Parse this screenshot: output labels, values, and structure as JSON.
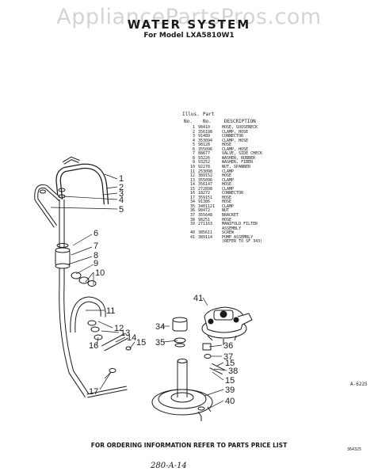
{
  "watermark": "AppliancePartsPros.com",
  "header": {
    "title": "WATER SYSTEM",
    "subtitle": "For Model LXA5810W1"
  },
  "parts_table": {
    "header_line1": {
      "illus": "Illus.",
      "part": "Part"
    },
    "header_line2": {
      "no": "No.",
      "part_no": "No.",
      "description": "DESCRIPTION"
    },
    "rows": [
      {
        "illus": "1",
        "part": "98410",
        "description": "HOSE, GOOSENECK"
      },
      {
        "illus": "2",
        "part": "356198",
        "description": "CLAMP, HOSE"
      },
      {
        "illus": "3",
        "part": "91489",
        "description": "CONNECTOR"
      },
      {
        "illus": "4",
        "part": "353094",
        "description": "CLAMP, HOSE"
      },
      {
        "illus": "5",
        "part": "98128",
        "description": "HOSE"
      },
      {
        "illus": "6",
        "part": "355096",
        "description": "CLAMP, HOSE"
      },
      {
        "illus": "7",
        "part": "88677",
        "description": "VALVE, SIDE CHECK"
      },
      {
        "illus": "8",
        "part": "93226",
        "description": "WASHER, RUBBER"
      },
      {
        "illus": "9",
        "part": "93252",
        "description": "WASHER, FIBER"
      },
      {
        "illus": "10",
        "part": "92278",
        "description": "NUT, SPANNER"
      },
      {
        "illus": "11",
        "part": "253098",
        "description": "CLAMP"
      },
      {
        "illus": "12",
        "part": "389152",
        "description": "HOSE"
      },
      {
        "illus": "13",
        "part": "355096",
        "description": "CLAMP"
      },
      {
        "illus": "14",
        "part": "356147",
        "description": "HOSE"
      },
      {
        "illus": "15",
        "part": "272898",
        "description": "CLAMP"
      },
      {
        "illus": "16",
        "part": "18272",
        "description": "CONNECTOR"
      },
      {
        "illus": "17",
        "part": "359151",
        "description": "HOSE"
      },
      {
        "illus": "34",
        "part": "91386",
        "description": "HOSE"
      },
      {
        "illus": "35",
        "part": "3401121",
        "description": "CLAMP"
      },
      {
        "illus": "36",
        "part": "98472",
        "description": "NUT"
      },
      {
        "illus": "37",
        "part": "355648",
        "description": "BRACKET"
      },
      {
        "illus": "38",
        "part": "98251",
        "description": "HOSE"
      },
      {
        "illus": "39",
        "part": "271163",
        "description": "MANIFOLD FILTER"
      },
      {
        "illus": "",
        "part": "",
        "description": "ASSEMBLY"
      },
      {
        "illus": "40",
        "part": "385611",
        "description": "SCREW"
      },
      {
        "illus": "41",
        "part": "389114",
        "description": "PUMP ASSEMBLY"
      },
      {
        "illus": "",
        "part": "",
        "description": "(REFER TO SF 343)"
      }
    ]
  },
  "callouts": [
    "1",
    "2",
    "3",
    "4",
    "5",
    "6",
    "7",
    "8",
    "9",
    "10",
    "11",
    "12",
    "13",
    "14",
    "15",
    "16",
    "17",
    "34",
    "35",
    "41",
    "36",
    "37",
    "15",
    "38",
    "15",
    "39",
    "40"
  ],
  "figure_code": "A-6225",
  "footer": {
    "instruction": "FOR ORDERING INFORMATION REFER TO PARTS PRICE LIST",
    "doc_number": "364325",
    "handwritten": "280-A-14"
  }
}
